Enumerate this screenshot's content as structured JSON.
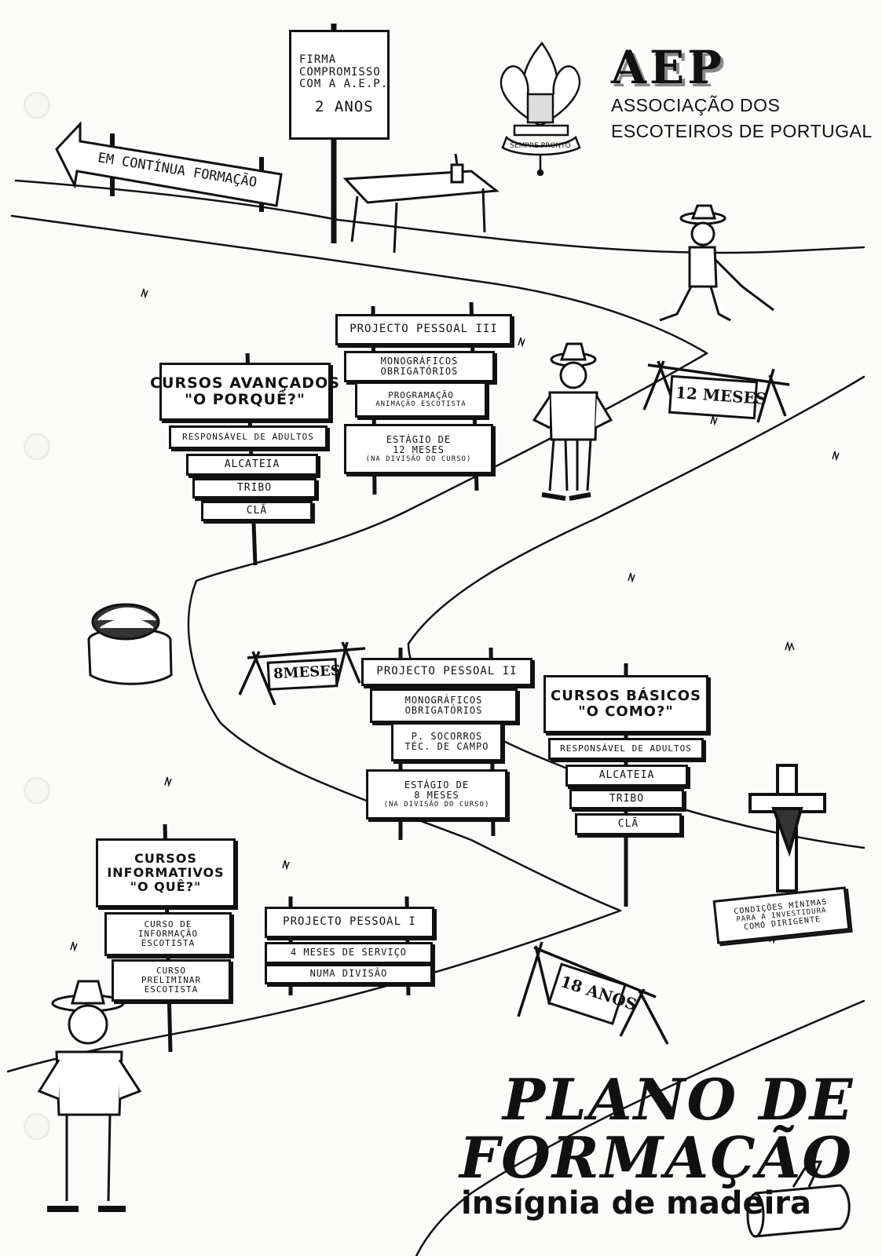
{
  "header": {
    "logo_text": "AEP",
    "org_name_line1": "ASSOCIAÇÃO DOS",
    "org_name_line2": "ESCOTEIROS DE PORTUGAL",
    "emblem_motto": "SEMPRE PRONTO"
  },
  "signs": {
    "firma": [
      "FIRMA",
      "COMPROMISSO",
      "COM A A.E.P.",
      "2 ANOS"
    ],
    "continua": "EM CONTÍNUA FORMAÇÃO",
    "milestone_12": "12 MESES",
    "milestone_8": "8MESES",
    "milestone_18": "18 ANOS",
    "avancados": {
      "title": [
        "CURSOS AVANÇADOS",
        "\"O PORQUÊ?\""
      ],
      "boards": [
        "RESPONSÁVEL DE ADULTOS",
        "ALCATEIA",
        "TRIBO",
        "CLÃ"
      ]
    },
    "pp3": {
      "title": "PROJECTO PESSOAL III",
      "boards": [
        [
          "MONOGRÁFICOS",
          "OBRIGATÓRIOS"
        ],
        [
          "PROGRAMAÇÃO",
          "ANIMAÇÃO ESCOTISTA"
        ],
        [
          "ESTÁGIO DE",
          "12 MESES",
          "(NA DIVISÃO DO CURSO)"
        ]
      ]
    },
    "pp2": {
      "title": "PROJECTO PESSOAL II",
      "boards": [
        [
          "MONOGRÁFICOS",
          "OBRIGATÓRIOS"
        ],
        [
          "P. SOCORROS",
          "TÉC. DE CAMPO"
        ],
        [
          "ESTÁGIO DE",
          "8 MESES",
          "(NA DIVISÃO DO CURSO)"
        ]
      ]
    },
    "basicos": {
      "title": [
        "CURSOS BÁSICOS",
        "\"O COMO?\""
      ],
      "boards": [
        "RESPONSÁVEL DE ADULTOS",
        "ALCATEIA",
        "TRIBO",
        "CLÃ"
      ]
    },
    "condicoes": [
      "CONDIÇÕES MÍNIMAS",
      "PARA A INVESTIDURA",
      "COMO DIRIGENTE"
    ],
    "informativos": {
      "title": [
        "CURSOS",
        "INFORMATIVOS",
        "\"O QUÊ?\""
      ],
      "boards": [
        [
          "CURSO DE",
          "INFORMAÇÃO",
          "ESCOTISTA"
        ],
        [
          "CURSO",
          "PRELIMINAR",
          "ESCOTISTA"
        ]
      ]
    },
    "pp1": {
      "title": "PROJECTO PESSOAL I",
      "boards": [
        "4 MESES DE SERVIÇO",
        "NUMA DIVISÃO"
      ]
    }
  },
  "footer": {
    "title_line1": "PLANO DE",
    "title_line2": "FORMAÇÃO",
    "subtitle": "insígnia de madeira"
  }
}
